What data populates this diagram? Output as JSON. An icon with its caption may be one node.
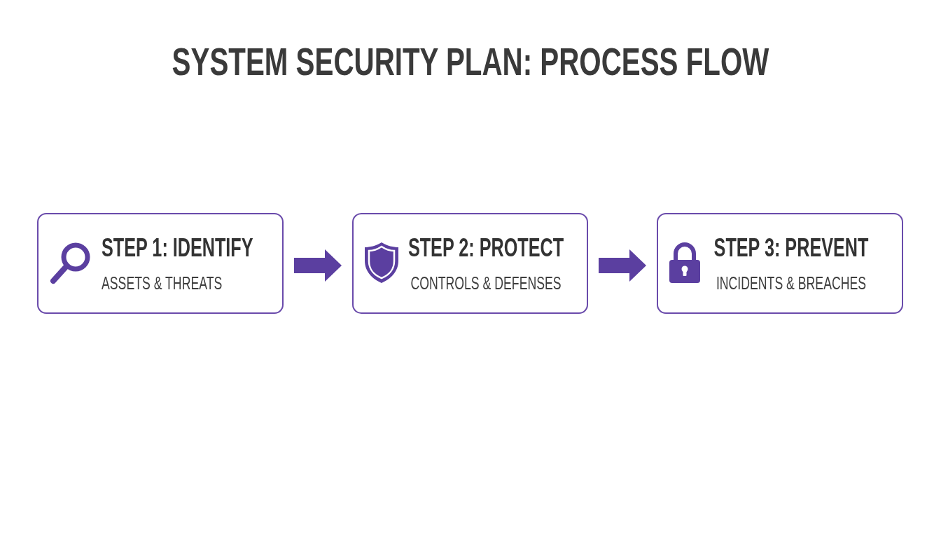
{
  "diagram": {
    "title": "SYSTEM SECURITY PLAN: PROCESS FLOW",
    "nodes": [
      {
        "text": [
          "STEP 1: IDENTIFY",
          "ASSETS & THREATS"
        ]
      },
      {
        "text": [
          "STEP 2: PROTECT",
          "CONTROLS & DEFENSES"
        ]
      },
      {
        "text": [
          "STEP 3: PREVENT",
          "INCIDENTS & BREACHES"
        ]
      }
    ],
    "edges": [
      {
        "from": 0,
        "to": 1,
        "arrow": "to"
      },
      {
        "from": 1,
        "to": 2,
        "arrow": "to"
      }
    ]
  }
}
